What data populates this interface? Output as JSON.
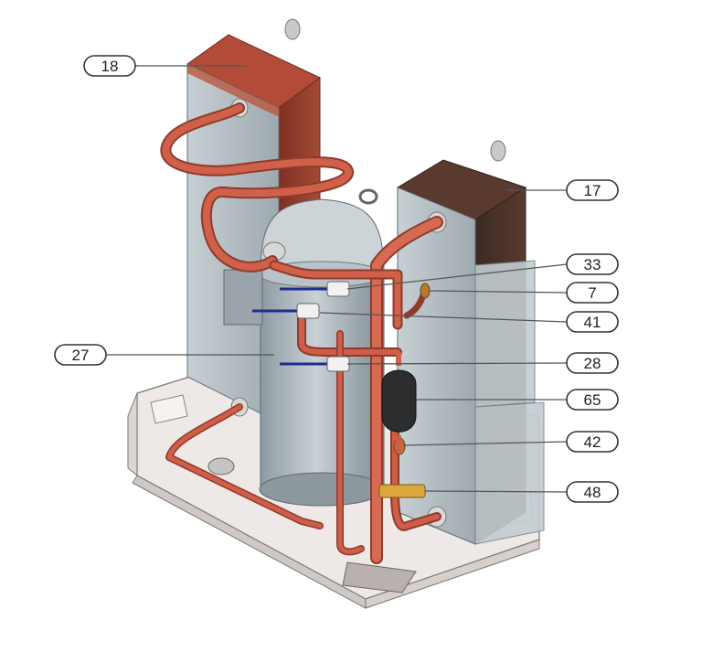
{
  "callouts": [
    {
      "label": "18",
      "side": "left",
      "part": "plate heat exchanger (rear)"
    },
    {
      "label": "17",
      "side": "right",
      "part": "plate heat exchanger (front)"
    },
    {
      "label": "33",
      "side": "right",
      "part": "pressure sensor fitting"
    },
    {
      "label": "7",
      "side": "right",
      "part": "service valve"
    },
    {
      "label": "41",
      "side": "right",
      "part": "temperature sensor"
    },
    {
      "label": "27",
      "side": "left",
      "part": "compressor"
    },
    {
      "label": "28",
      "side": "right",
      "part": "sensor fitting"
    },
    {
      "label": "65",
      "side": "right",
      "part": "filter drier / receiver"
    },
    {
      "label": "42",
      "side": "right",
      "part": "check valve"
    },
    {
      "label": "48",
      "side": "right",
      "part": "expansion valve"
    }
  ],
  "colors": {
    "copper": "#c8553d",
    "copper_dark": "#8e3b2c",
    "plate_face": "#b9c4c8",
    "plate_body": "#9b3f2f",
    "compressor": "#a9b3ba",
    "base": "#e7e1de",
    "sensor_wire": "#1f2d8f",
    "receiver": "#2b2d2f"
  }
}
